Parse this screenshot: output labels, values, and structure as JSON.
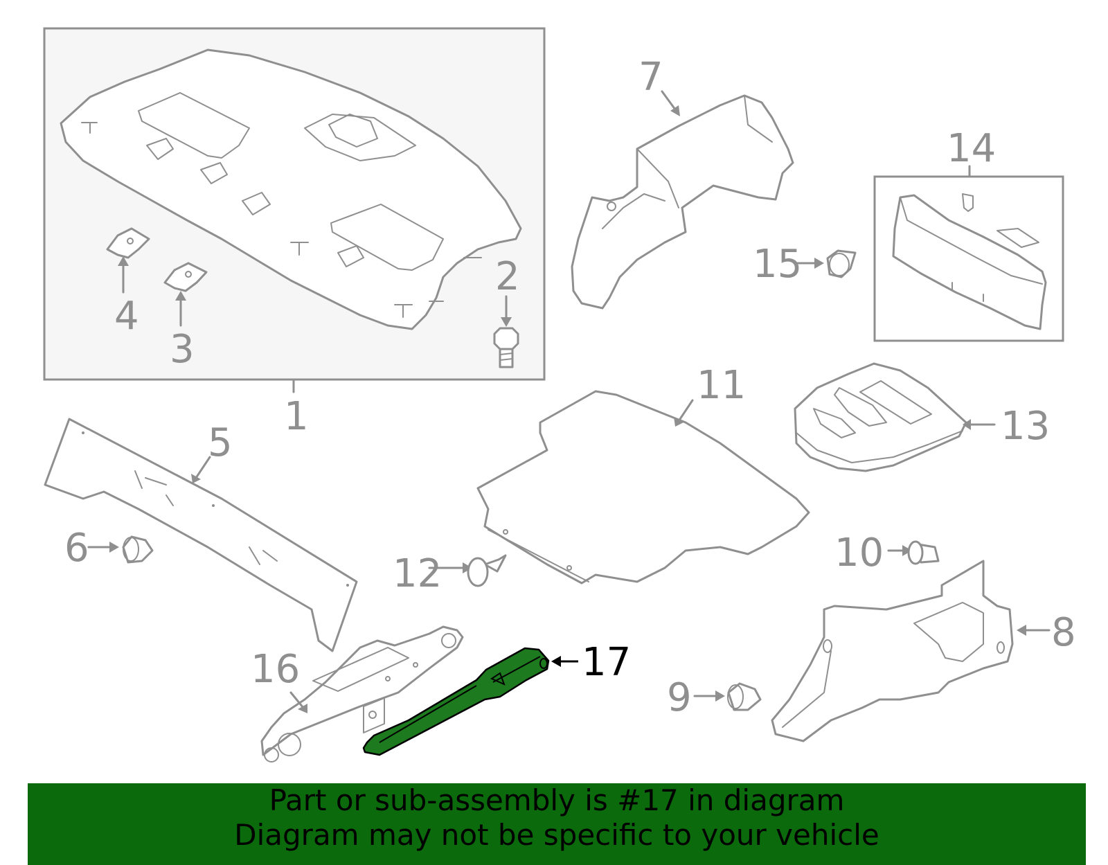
{
  "diagram": {
    "callouts": {
      "c1": "1",
      "c2": "2",
      "c3": "3",
      "c4": "4",
      "c5": "5",
      "c6": "6",
      "c7": "7",
      "c8": "8",
      "c9": "9",
      "c10": "10",
      "c11": "11",
      "c12": "12",
      "c13": "13",
      "c14": "14",
      "c15": "15",
      "c16": "16",
      "c17": "17"
    },
    "highlighted_part": "17",
    "highlight_color": "#1e7a1e",
    "line_color": "#8f8f8f",
    "box_fill": "#f6f6f6"
  },
  "banner": {
    "line1": "Part or sub-assembly is #17 in diagram",
    "line2": "Diagram may not be specific to your vehicle",
    "background": "#0b6a0b"
  }
}
